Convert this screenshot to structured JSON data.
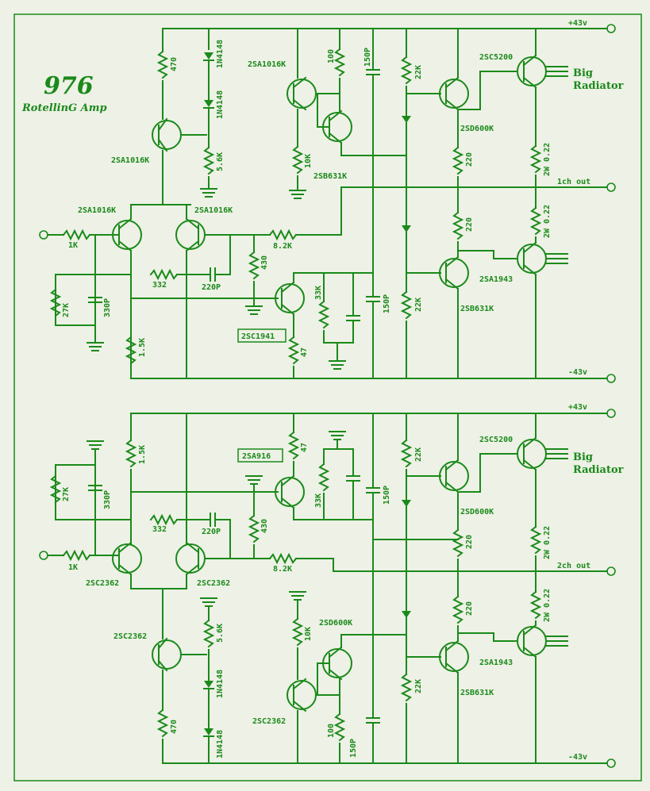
{
  "title": "976",
  "subtitle": "RotellinG Amp",
  "rails": {
    "plus": "+43v",
    "minus": "-43v"
  },
  "outputs": {
    "ch1": "1ch out",
    "ch2": "2ch out"
  },
  "radiator": {
    "line1": "Big",
    "line2": "Radiator"
  },
  "colors": {
    "line": "#1a8a1a",
    "background": "#eef1e6"
  },
  "ch1": {
    "transistors": {
      "q_vas": "2SA1016K",
      "q_diff_l": "2SA1016K",
      "q_diff_r": "2SA1016K",
      "q_drv_top": "2SA1016K",
      "q_drv_pair": "2SB631K",
      "q_pre_top": "2SD600K",
      "q_out_top": "2SC5200",
      "q_pre_bot": "2SB631K",
      "q_out_bot": "2SA1943",
      "q_ccs": "2SC1941"
    },
    "diodes": {
      "d1": "1N4148",
      "d2": "1N4148"
    },
    "resistors": {
      "r470": "470",
      "r5k6": "5.6K",
      "r100": "100",
      "r10k": "10K",
      "r1k": "1K",
      "r8k2": "8.2K",
      "r430": "430",
      "r332": "332",
      "r27k": "27K",
      "r15k": "1.5K",
      "r47": "47",
      "r33k": "33K",
      "r22k_top": "22K",
      "r22k_bot": "22K",
      "r220_top": "220",
      "r220_bot": "220",
      "r022_top": "2W 0.22",
      "r022_bot": "2W 0.22"
    },
    "caps": {
      "c150a": "150P",
      "c150b": "150P",
      "c220p": "220P",
      "c330p": "330P"
    }
  },
  "ch2": {
    "transistors": {
      "q_vas": "2SC2362",
      "q_diff_l": "2SC2362",
      "q_diff_r": "2SC2362",
      "q_drv_top": "2SD600K",
      "q_drv_pair": "2SC2362",
      "q_pre_top": "2SD600K",
      "q_out_top": "2SC5200",
      "q_pre_bot": "2SB631K",
      "q_out_bot": "2SA1943",
      "q_ccs": "2SA916"
    },
    "diodes": {
      "d1": "1N4148",
      "d2": "1N4148"
    },
    "resistors": {
      "r470": "470",
      "r5k6": "5.6K",
      "r100": "100",
      "r10k": "10K",
      "r1k": "1K",
      "r8k2": "8.2K",
      "r430": "430",
      "r332": "332",
      "r27k": "27K",
      "r15k": "1.5K",
      "r47": "47",
      "r33k": "33K",
      "r22k_top": "22K",
      "r22k_bot": "22K",
      "r220_top": "220",
      "r220_bot": "220",
      "r022_top": "2W 0.22",
      "r022_bot": "2W 0.22"
    },
    "caps": {
      "c150a": "150P",
      "c150b": "150P",
      "c220p": "220P",
      "c330p": "330P"
    }
  }
}
